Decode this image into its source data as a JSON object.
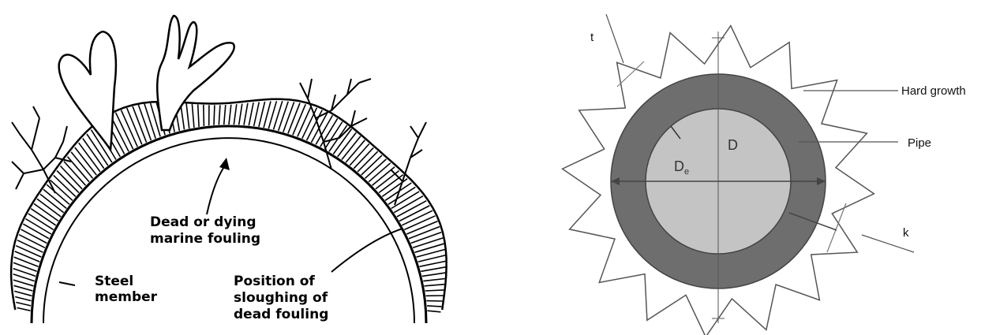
{
  "left_diagram": {
    "labels": {
      "dead_fouling": [
        "Dead or dying",
        "marine fouling"
      ],
      "steel_member": [
        "Steel",
        "member"
      ],
      "sloughing": [
        "Position of",
        "sloughing of",
        "dead fouling"
      ]
    }
  },
  "right_diagram": {
    "labels": {
      "t": "t",
      "hard_growth": "Hard growth",
      "pipe": "Pipe",
      "k": "k",
      "D": "D",
      "De": "D",
      "De_sub": "e"
    },
    "colors": {
      "pipe_wall": "#6e6e6e",
      "pipe_inner": "#c4c4c4",
      "outline": "#555555"
    }
  }
}
